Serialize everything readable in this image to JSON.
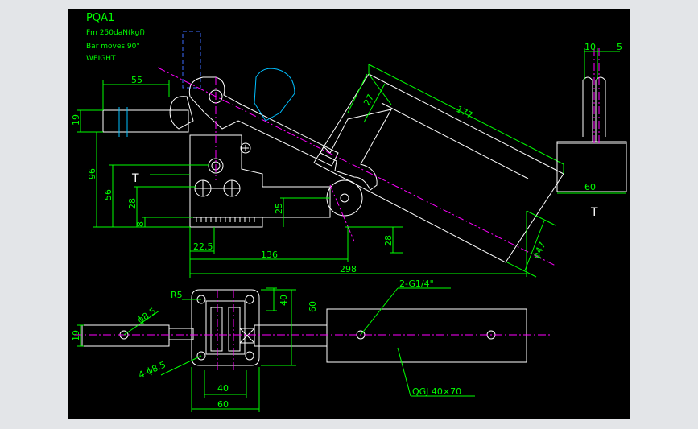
{
  "title_block": {
    "model": "PQA1",
    "force": "Fm 250daN(kgf)",
    "bar_moves": "Bar moves 90°",
    "weight": "WEIGHT"
  },
  "dimensions": {
    "d55": "55",
    "d19_top": "19",
    "d96": "96",
    "d56": "56",
    "d28_left": "28",
    "d8": "8",
    "d25": "25",
    "d22_5": "22.5",
    "d136": "136",
    "d28_right": "28",
    "d298": "298",
    "d27": "27",
    "d177": "177",
    "d47": "ϕ47",
    "d10": "10",
    "d5": "5",
    "d60_side": "60",
    "d40_vert": "40",
    "d60_vert": "60",
    "d19_bottom": "19",
    "d8_5": "ϕ8.5",
    "r5": "R5",
    "holes": "4-ϕ8.5",
    "d40_bottom": "40",
    "d60_bottom": "60",
    "port": "2-G1/4\"",
    "cylinder": "QGJ 40×70"
  },
  "labels": {
    "t_left": "T",
    "t_right": "T"
  },
  "colors": {
    "background": "#000000",
    "dimension": "#00ff00",
    "outline": "#ffffff",
    "centerline": "#ff00ff",
    "alt_position": "#00bfff",
    "open_position": "#3b6cff"
  }
}
